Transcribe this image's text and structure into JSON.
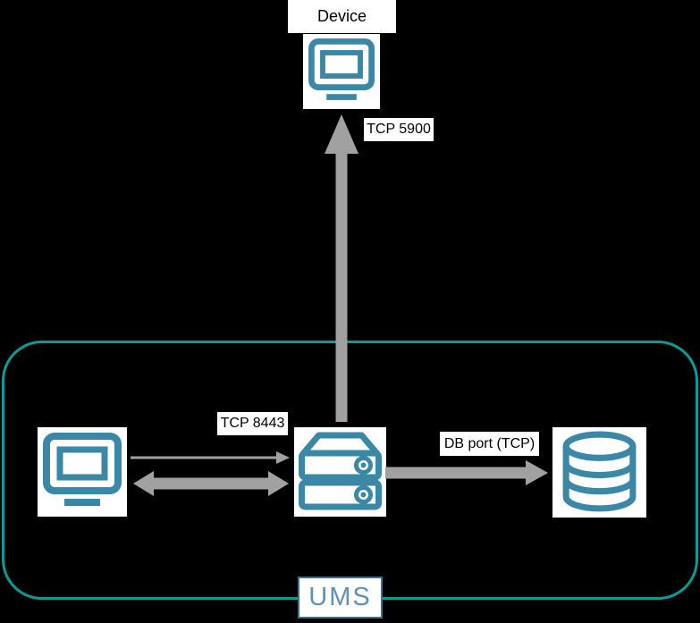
{
  "diagram": {
    "nodes": {
      "device": {
        "label": "Device",
        "icon": "monitor-icon"
      },
      "ums_console": {
        "icon": "monitor-icon"
      },
      "ums_server": {
        "icon": "server-icon"
      },
      "ums_database": {
        "icon": "database-icon"
      }
    },
    "group": {
      "label": "UMS"
    },
    "edges": {
      "server_to_device": {
        "label": "TCP 5900",
        "direction": "up",
        "style": "thick-gray-arrow"
      },
      "console_to_server": {
        "label": "TCP 8443",
        "direction": "right",
        "style": "thin-gray-arrow"
      },
      "console_server_bidirectional": {
        "direction": "both",
        "style": "thick-gray-arrow"
      },
      "server_to_database": {
        "label": "DB port (TCP)",
        "direction": "right",
        "style": "thick-gray-arrow"
      }
    }
  },
  "colors": {
    "background": "#000000",
    "icon_teal": "#3A87A6",
    "group_border": "#0A9C94",
    "arrow_gray": "#A1A1A1",
    "label_bg": "#FFFFFF",
    "label_text": "#000000",
    "ums_text": "#5E93B1",
    "ums_border": "#3E6E8B"
  }
}
